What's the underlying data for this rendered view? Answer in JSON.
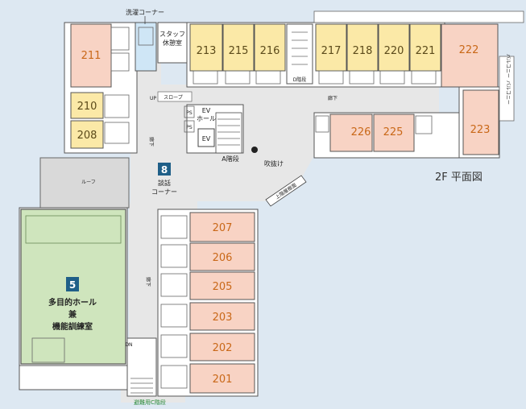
{
  "title": "2F 平面図",
  "rooms": {
    "r201": "201",
    "r202": "202",
    "r203": "203",
    "r205": "205",
    "r206": "206",
    "r207": "207",
    "r208": "208",
    "r210": "210",
    "r211": "211",
    "r213": "213",
    "r215": "215",
    "r216": "216",
    "r217": "217",
    "r218": "218",
    "r220": "220",
    "r221": "221",
    "r222": "222",
    "r223": "223",
    "r225": "225",
    "r226": "226"
  },
  "labels": {
    "laundry": "洗濯コーナー",
    "staff_1": "スタッフ",
    "staff_2": "休憩室",
    "corridor": "廊下",
    "slope": "スロープ",
    "ev": "EV",
    "ev_hall_1": "EV",
    "ev_hall_2": "ホール",
    "stair_a": "A階段",
    "stair_d": "D階段",
    "stair_c": "避難用C階段",
    "void": "吹抜け",
    "roof": "ルーフ",
    "balcony": "バルコニー",
    "upper_roof": "上階屋根面",
    "ps": "PS",
    "up": "UP",
    "dn": "DN"
  },
  "areas": {
    "talk_badge": "8",
    "talk_1": "談話",
    "talk_2": "コーナー",
    "hall_badge": "5",
    "hall_1": "多目的ホール",
    "hall_2": "兼",
    "hall_3": "機能訓練室"
  }
}
